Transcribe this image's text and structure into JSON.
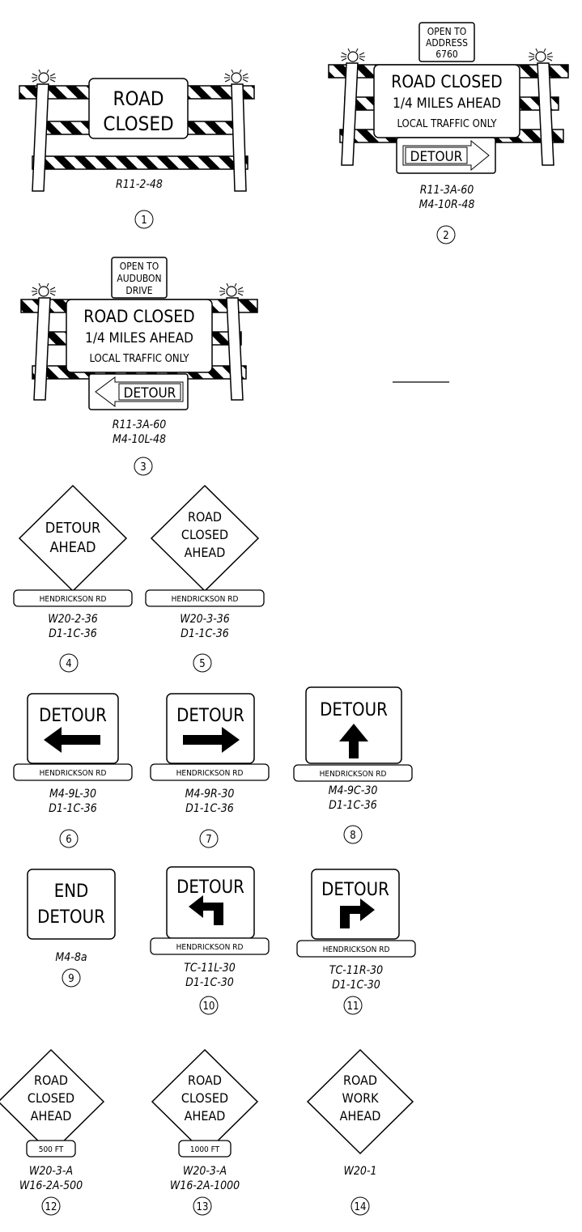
{
  "signs": {
    "s1": {
      "lines": [
        "ROAD",
        "CLOSED"
      ],
      "codes": [
        "R11-2-48"
      ],
      "number": "1"
    },
    "s2": {
      "top": [
        "OPEN TO",
        "ADDRESS",
        "6760"
      ],
      "lines": [
        "ROAD CLOSED",
        "1/4 MILES AHEAD",
        "LOCAL TRAFFIC ONLY"
      ],
      "detour": "DETOUR",
      "codes": [
        "R11-3A-60",
        "M4-10R-48"
      ],
      "number": "2"
    },
    "s3": {
      "top": [
        "OPEN TO",
        "AUDUBON",
        "DRIVE"
      ],
      "lines": [
        "ROAD CLOSED",
        "1/4 MILES AHEAD",
        "LOCAL TRAFFIC ONLY"
      ],
      "detour": "DETOUR",
      "codes": [
        "R11-3A-60",
        "M4-10L-48"
      ],
      "number": "3"
    },
    "s4": {
      "lines": [
        "DETOUR",
        "AHEAD"
      ],
      "plate": "HENDRICKSON RD",
      "codes": [
        "W20-2-36",
        "D1-1C-36"
      ],
      "number": "4"
    },
    "s5": {
      "lines": [
        "ROAD",
        "CLOSED",
        "AHEAD"
      ],
      "plate": "HENDRICKSON RD",
      "codes": [
        "W20-3-36",
        "D1-1C-36"
      ],
      "number": "5"
    },
    "s6": {
      "title": "DETOUR",
      "plate": "HENDRICKSON RD",
      "codes": [
        "M4-9L-30",
        "D1-1C-36"
      ],
      "number": "6"
    },
    "s7": {
      "title": "DETOUR",
      "plate": "HENDRICKSON RD",
      "codes": [
        "M4-9R-30",
        "D1-1C-36"
      ],
      "number": "7"
    },
    "s8": {
      "title": "DETOUR",
      "plate": "HENDRICKSON RD",
      "codes": [
        "M4-9C-30",
        "D1-1C-36"
      ],
      "number": "8"
    },
    "s9": {
      "lines": [
        "END",
        "DETOUR"
      ],
      "codes": [
        "M4-8a"
      ],
      "number": "9"
    },
    "s10": {
      "title": "DETOUR",
      "plate": "HENDRICKSON RD",
      "codes": [
        "TC-11L-30",
        "D1-1C-30"
      ],
      "number": "10"
    },
    "s11": {
      "title": "DETOUR",
      "plate": "HENDRICKSON RD",
      "codes": [
        "TC-11R-30",
        "D1-1C-30"
      ],
      "number": "11"
    },
    "s12": {
      "lines": [
        "ROAD",
        "CLOSED",
        "AHEAD"
      ],
      "plate": "500 FT",
      "codes": [
        "W20-3-A",
        "W16-2A-500"
      ],
      "number": "12"
    },
    "s13": {
      "lines": [
        "ROAD",
        "CLOSED",
        "AHEAD"
      ],
      "plate": "1000 FT",
      "codes": [
        "W20-3-A",
        "W16-2A-1000"
      ],
      "number": "13"
    },
    "s14": {
      "lines": [
        "ROAD",
        "WORK",
        "AHEAD"
      ],
      "codes": [
        "W20-1"
      ],
      "number": "14"
    }
  }
}
